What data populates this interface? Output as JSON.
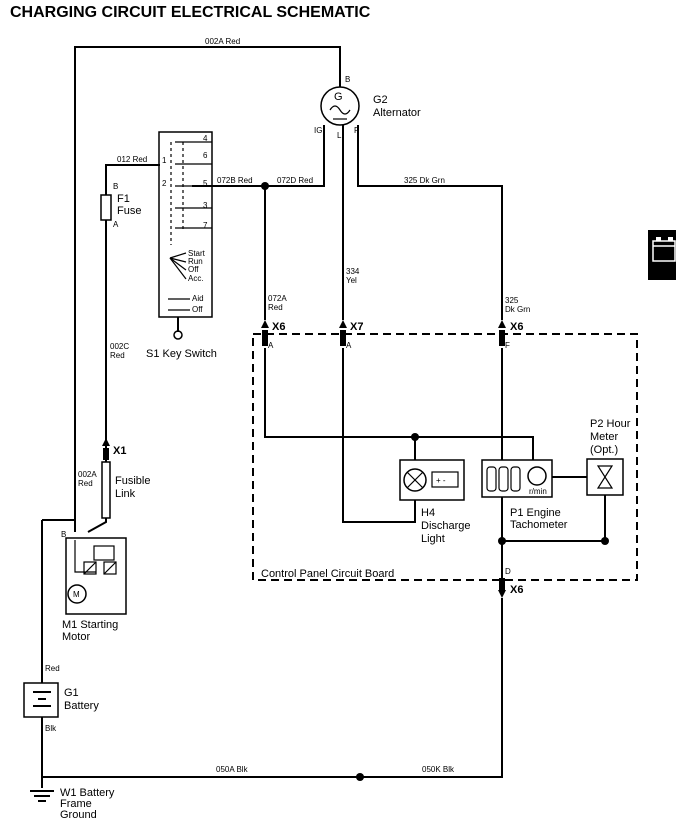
{
  "title": "CHARGING CIRCUIT ELECTRICAL SCHEMATIC",
  "components": {
    "alternator": {
      "ref": "G2",
      "name": "Alternator",
      "symbol": "G",
      "pins": {
        "b": "B",
        "ig": "IG",
        "l": "L",
        "p": "P"
      }
    },
    "key_switch": {
      "ref": "S1 Key Switch",
      "terminals": [
        "1",
        "2",
        "3",
        "4",
        "5",
        "6",
        "7"
      ],
      "positions": [
        "Start",
        "Run",
        "Off",
        "Acc."
      ],
      "aid_positions": [
        "Aid",
        "Off"
      ]
    },
    "fuse": {
      "ref": "F1",
      "name": "Fuse",
      "pin_b": "B",
      "pin_a": "A"
    },
    "fusible_link": {
      "line1": "Fusible",
      "line2": "Link"
    },
    "starting_motor": {
      "ref": "M1 Starting",
      "name": "Motor",
      "pin_b": "B",
      "symbol": "M"
    },
    "battery": {
      "ref": "G1",
      "name": "Battery"
    },
    "ground": {
      "line1": "W1 Battery",
      "line2": "Frame",
      "line3": "Ground"
    },
    "discharge_light": {
      "ref": "H4",
      "line1": "Discharge",
      "line2": "Light"
    },
    "tachometer": {
      "ref": "P1 Engine",
      "name": "Tachometer",
      "unit": "r/min"
    },
    "hour_meter": {
      "ref": "P2 Hour",
      "line2": "Meter",
      "line3": "(Opt.)"
    },
    "circuit_board": "Control Panel Circuit Board"
  },
  "wires": {
    "w002a_top": "002A Red",
    "w012": "012 Red",
    "w072b": "072B Red",
    "w072d": "072D Red",
    "w325_top": "325 Dk Grn",
    "w334": [
      "334",
      "Yel"
    ],
    "w072a": [
      "072A",
      "Red"
    ],
    "w325": [
      "325",
      "Dk Grn"
    ],
    "w002c": [
      "002C",
      "Red"
    ],
    "w002a_left": [
      "002A",
      "Red"
    ],
    "battery_pos": "Red",
    "battery_neg": "Blk",
    "w050a": "050A Blk",
    "w050k": "050K Blk"
  },
  "connectors": {
    "x6": "X6",
    "x7": "X7",
    "x1": "X1",
    "pin_a": "A",
    "pin_f": "F",
    "pin_d": "D"
  },
  "side_tab": {
    "icon": "battery-icon"
  }
}
